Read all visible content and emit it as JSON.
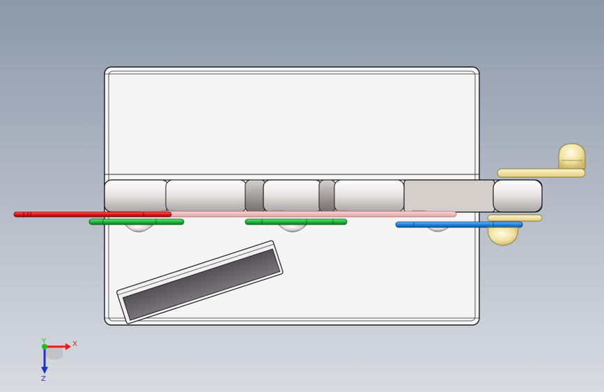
{
  "viewport": {
    "background_top": "#8d98a9",
    "background_bottom": "#d8dce1"
  },
  "colors": {
    "body_face": "#f4f4f4",
    "body_edge": "#1a1a1a",
    "red_part": "#e01515",
    "green_part": "#1fb83a",
    "blue_part": "#1f86e0",
    "pink_part": "#f2b7b7",
    "yellow_part": "#f4e6a8",
    "dark_panel": "#6e6a6e"
  },
  "triad": {
    "x_label": "X",
    "y_label": "Y",
    "z_label": "Z",
    "x_color": "#e02020",
    "y_color": "#20c020",
    "z_color": "#2030d0"
  }
}
